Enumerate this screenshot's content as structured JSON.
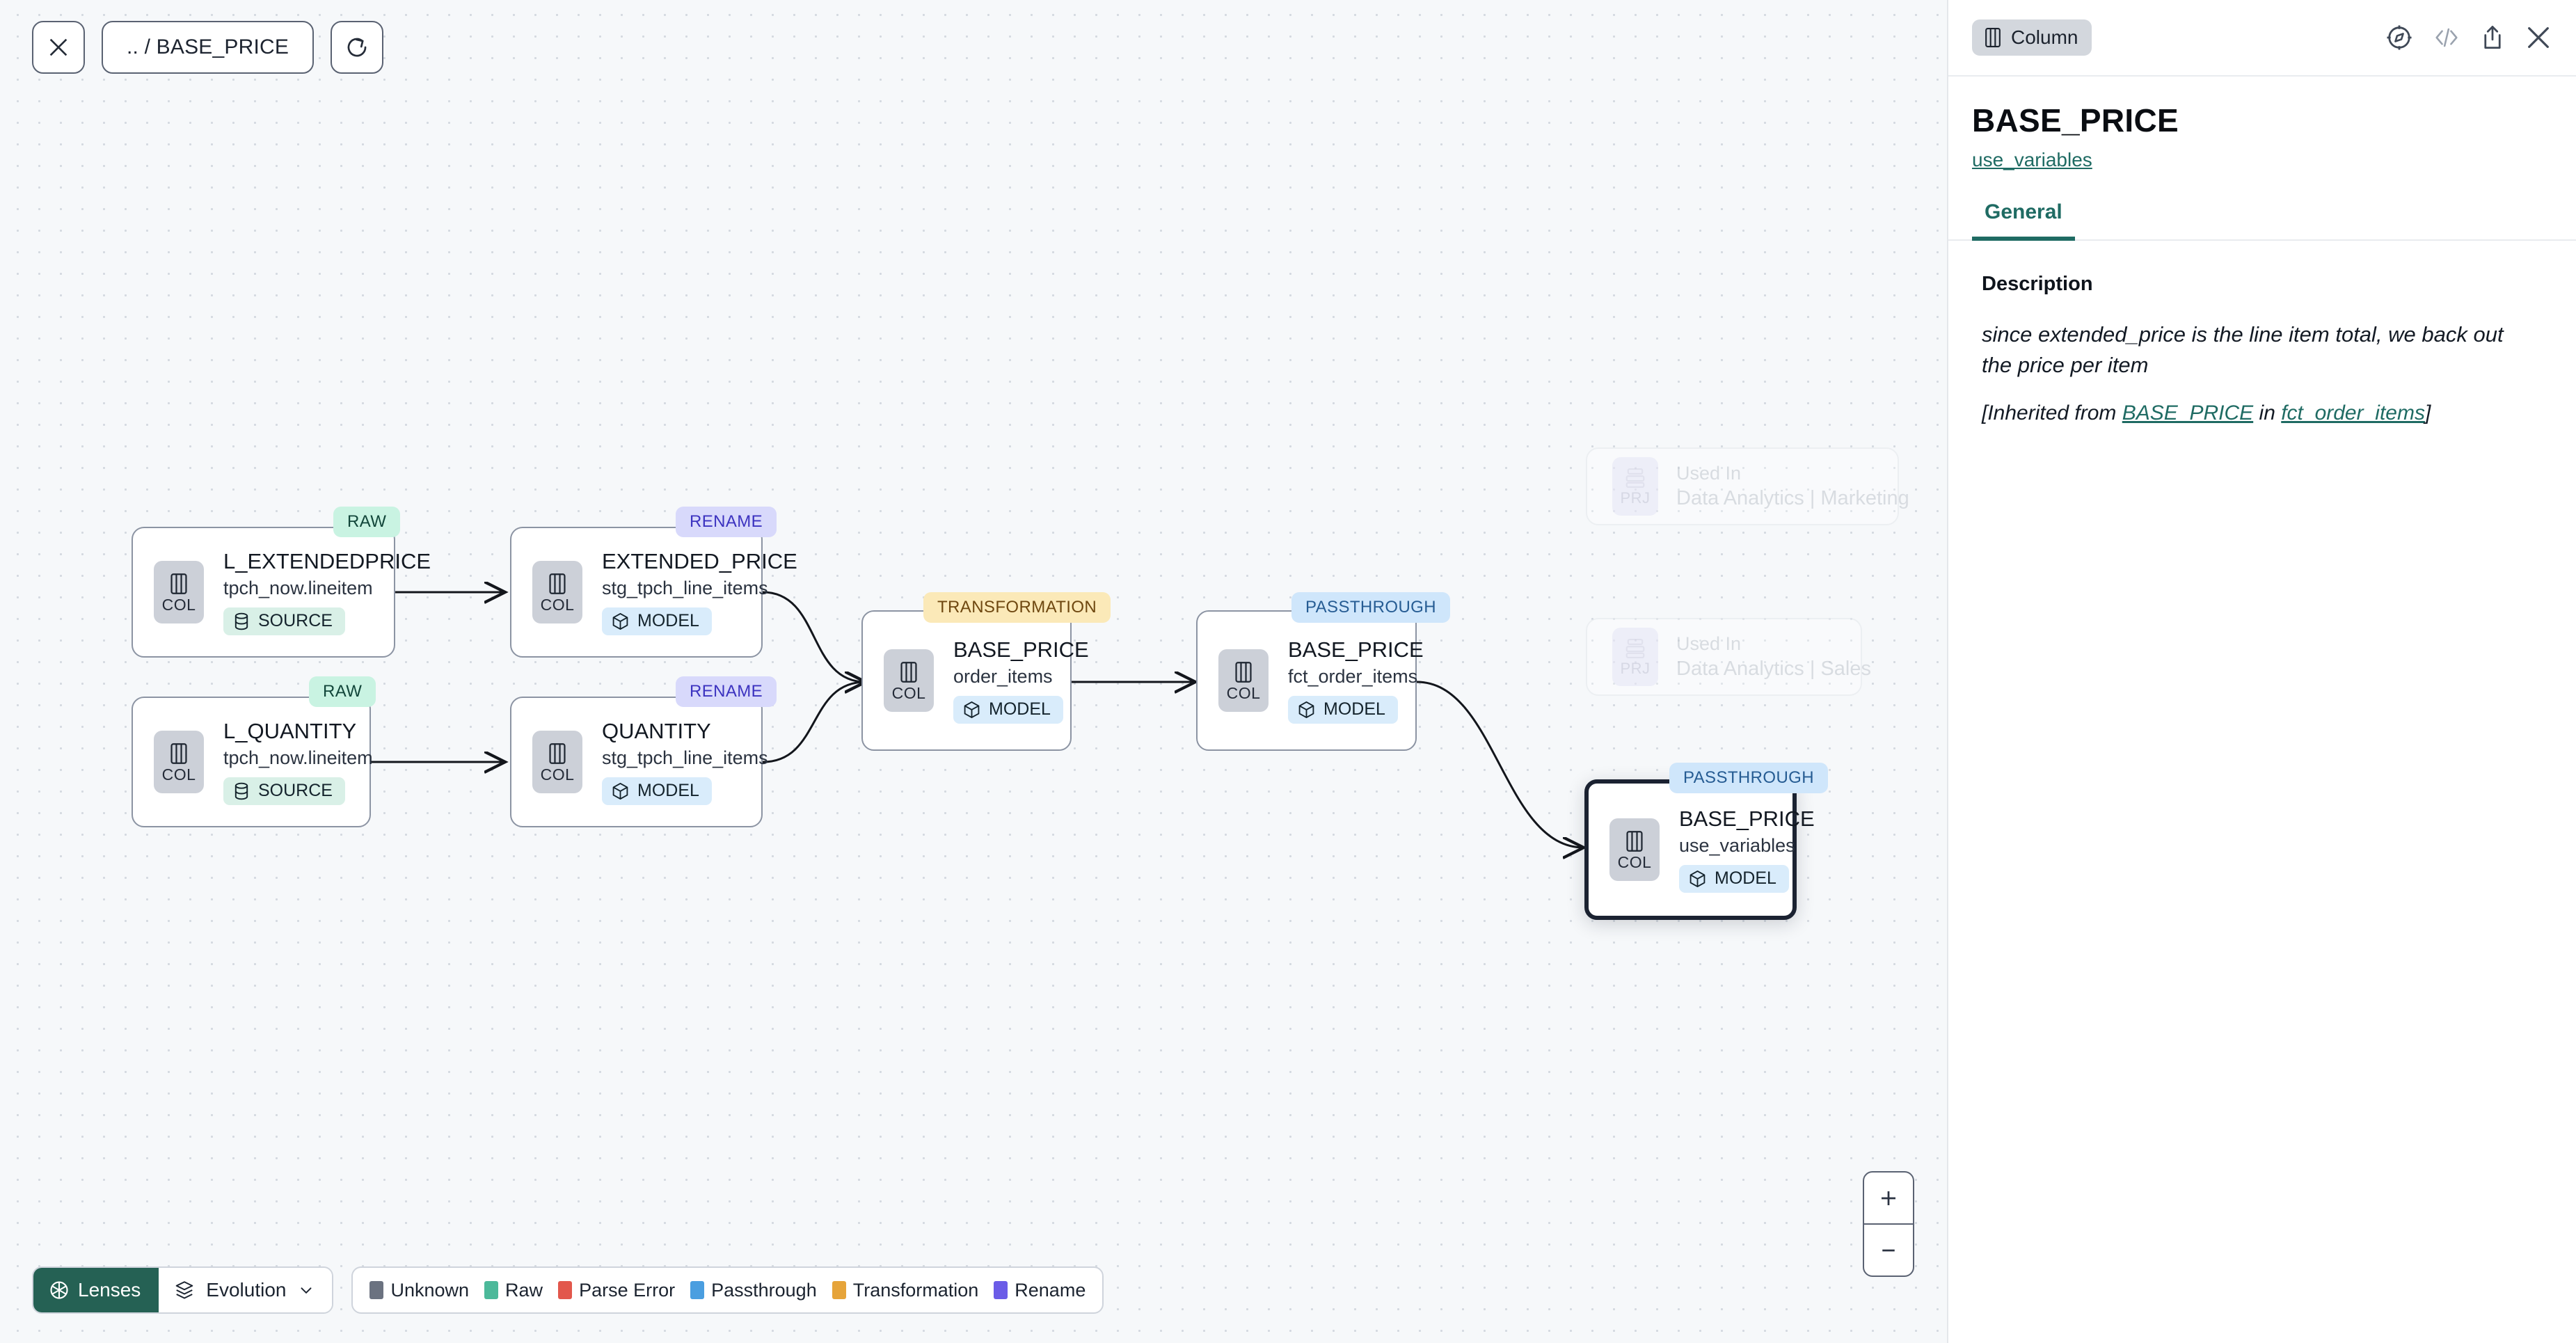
{
  "toolbar": {
    "close_icon": "close-icon",
    "breadcrumb": ".. / BASE_PRICE",
    "refresh_icon": "refresh-icon"
  },
  "graph": {
    "nodes": [
      {
        "id": "l_extendedprice",
        "title": "L_EXTENDEDPRICE",
        "sub": "tpch_now.lineitem",
        "badge": "SOURCE",
        "badge_kind": "source",
        "icon": "columns-icon",
        "icon_label": "COL",
        "tag": "RAW",
        "tag_kind": "raw",
        "selected": false
      },
      {
        "id": "l_quantity",
        "title": "L_QUANTITY",
        "sub": "tpch_now.lineitem",
        "badge": "SOURCE",
        "badge_kind": "source",
        "icon": "columns-icon",
        "icon_label": "COL",
        "tag": "RAW",
        "tag_kind": "raw",
        "selected": false
      },
      {
        "id": "extended_price",
        "title": "EXTENDED_PRICE",
        "sub": "stg_tpch_line_items",
        "badge": "MODEL",
        "badge_kind": "model",
        "icon": "columns-icon",
        "icon_label": "COL",
        "tag": "RENAME",
        "tag_kind": "ren",
        "selected": false
      },
      {
        "id": "quantity",
        "title": "QUANTITY",
        "sub": "stg_tpch_line_items",
        "badge": "MODEL",
        "badge_kind": "model",
        "icon": "columns-icon",
        "icon_label": "COL",
        "tag": "RENAME",
        "tag_kind": "ren",
        "selected": false
      },
      {
        "id": "base_price_order_items",
        "title": "BASE_PRICE",
        "sub": "order_items",
        "badge": "MODEL",
        "badge_kind": "model",
        "icon": "columns-icon",
        "icon_label": "COL",
        "tag": "TRANSFORMATION",
        "tag_kind": "trans",
        "selected": false
      },
      {
        "id": "base_price_fct",
        "title": "BASE_PRICE",
        "sub": "fct_order_items",
        "badge": "MODEL",
        "badge_kind": "model",
        "icon": "columns-icon",
        "icon_label": "COL",
        "tag": "PASSTHROUGH",
        "tag_kind": "pass",
        "selected": false
      },
      {
        "id": "base_price_use_variables",
        "title": "BASE_PRICE",
        "sub": "use_variables",
        "badge": "MODEL",
        "badge_kind": "model",
        "icon": "columns-icon",
        "icon_label": "COL",
        "tag": "PASSTHROUGH",
        "tag_kind": "pass",
        "selected": true
      }
    ],
    "ghost_nodes": [
      {
        "id": "used_in_marketing",
        "top": "Used In",
        "bottom": "Data Analytics | Marketing",
        "icon": "project-icon",
        "icon_label": "PRJ"
      },
      {
        "id": "used_in_sales",
        "top": "Used In",
        "bottom": "Data Analytics | Sales",
        "icon": "project-icon",
        "icon_label": "PRJ"
      }
    ]
  },
  "bottom": {
    "lenses_label": "Lenses",
    "lenses_icon": "aperture-icon",
    "evolution_label": "Evolution",
    "evolution_icon": "layers-icon",
    "chevron_icon": "chevron-down-icon",
    "legend": [
      {
        "label": "Unknown",
        "color": "#6b7280"
      },
      {
        "label": "Raw",
        "color": "#4cb99a"
      },
      {
        "label": "Parse Error",
        "color": "#e2574c"
      },
      {
        "label": "Passthrough",
        "color": "#4a9ee0"
      },
      {
        "label": "Transformation",
        "color": "#e6a43a"
      },
      {
        "label": "Rename",
        "color": "#6b5ce7"
      }
    ]
  },
  "zoom_control": {
    "zoom_in": "+",
    "zoom_out": "–"
  },
  "panel": {
    "chip_label": "Column",
    "chip_icon": "columns-icon",
    "icons": [
      "compass-icon",
      "code-icon",
      "share-icon",
      "close-icon"
    ],
    "title": "BASE_PRICE",
    "subtitle_link": "use_variables",
    "tabs": [
      {
        "label": "General",
        "active": true
      }
    ],
    "description_heading": "Description",
    "description_text": "since extended_price is the line item total, we back out the price per item",
    "inherited_prefix": "[Inherited from ",
    "inherited_column": "BASE_PRICE",
    "inherited_mid": " in ",
    "inherited_model": "fct_order_items",
    "inherited_suffix": "]"
  }
}
